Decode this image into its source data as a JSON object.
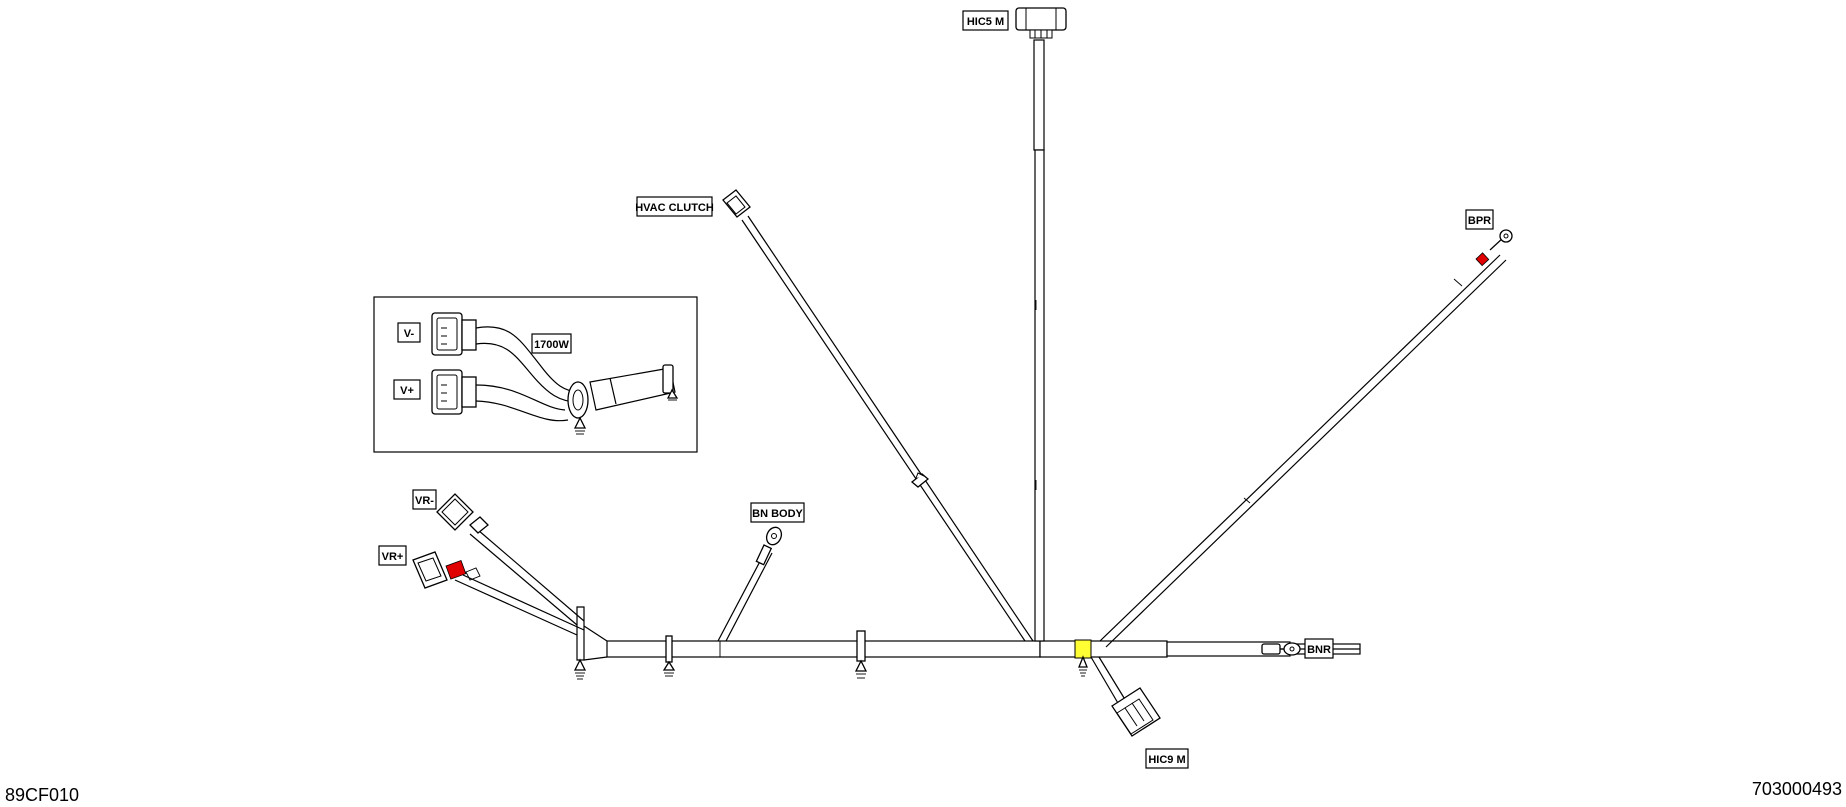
{
  "labels": {
    "hic5": "HIC5 M",
    "hvac_clutch": "HVAC CLUTCH",
    "bpr": "BPR",
    "v_minus": "V-",
    "v_plus": "V+",
    "part_1700w": "1700W",
    "vr_minus": "VR-",
    "vr_plus": "VR+",
    "bn_body": "BN BODY",
    "bnr": "BNR",
    "hic9": "HIC9 M"
  },
  "footer": {
    "left_code": "89CF010",
    "right_code": "703000493"
  },
  "colors": {
    "highlight_red": "#e00000",
    "highlight_yellow": "#ffff33",
    "line": "#000000"
  }
}
